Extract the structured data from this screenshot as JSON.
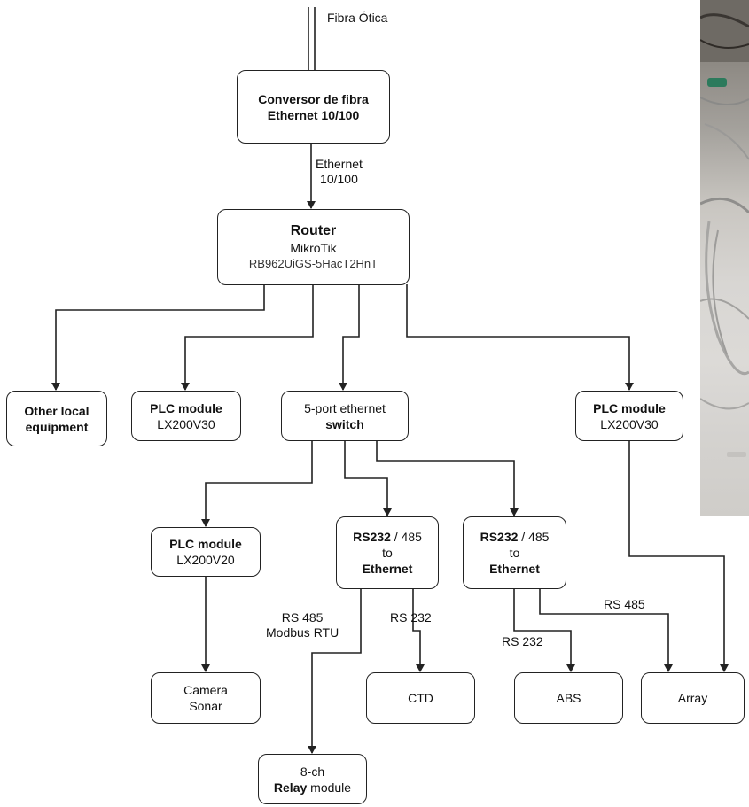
{
  "top_label": "Fibra Ótica",
  "converter": {
    "line1": "Conversor de fibra",
    "line2": "Ethernet 10/100"
  },
  "link_ethernet": {
    "line1": "Ethernet",
    "line2": "10/100"
  },
  "router": {
    "title": "Router",
    "line2": "MikroTik",
    "line3": "RB962UiGS-5HacT2HnT"
  },
  "other_equipment": {
    "line1": "Other local",
    "line2": "equipment"
  },
  "plc_left": {
    "line1": "PLC module",
    "line2": "LX200V30"
  },
  "switch": {
    "line1": "5-port ethernet",
    "line2": "switch"
  },
  "plc_right": {
    "line1": "PLC module",
    "line2": "LX200V30"
  },
  "plc_v20": {
    "line1": "PLC module",
    "line2": "LX200V20"
  },
  "rs_converter_1": {
    "bold1": "RS232",
    "rest1": " / 485",
    "line2": "to",
    "line3": "Ethernet"
  },
  "rs_converter_2": {
    "bold1": "RS232",
    "rest1": " / 485",
    "line2": "to",
    "line3": "Ethernet"
  },
  "camera_sonar": {
    "line1": "Camera",
    "line2": "Sonar"
  },
  "ctd": {
    "label": "CTD"
  },
  "abs": {
    "label": "ABS"
  },
  "array": {
    "label": "Array"
  },
  "relay": {
    "line1": "8-ch",
    "bold2": "Relay",
    "rest2": " module"
  },
  "edge_labels": {
    "rs485_modbus_1": "RS 485",
    "rs485_modbus_2": "Modbus RTU",
    "rs232_ctd": "RS 232",
    "rs232_abs": "RS 232",
    "rs485_array": "RS 485"
  },
  "colors": {
    "line": "#222222",
    "node_border": "#222222"
  }
}
